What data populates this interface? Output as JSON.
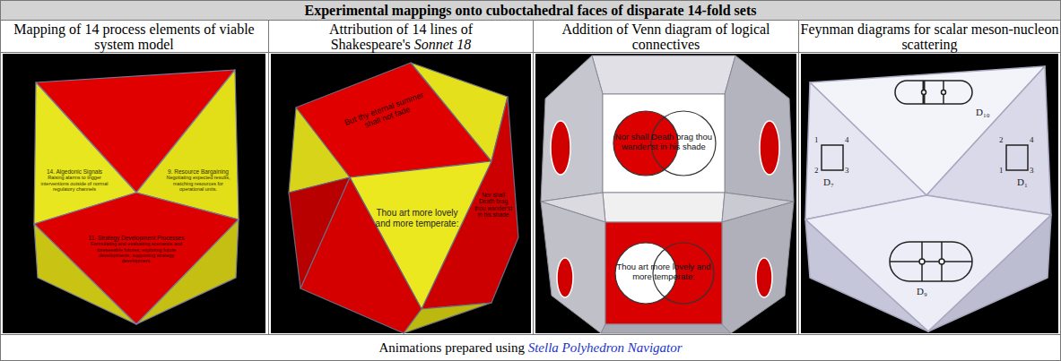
{
  "diagram": {
    "title": "Experimental mappings onto cuboctahedral faces of disparate 14-fold sets",
    "caption": "Animations prepared using",
    "nodes": [
      {
        "text": [
          "14. Algedonic Signals",
          "Raising alarms to trigger interventions outside of normal regulatory channels"
        ]
      },
      {
        "text": [
          "9. Resource Bargaining",
          "Negotiating expected results, matching resources for operational units."
        ]
      },
      {
        "text": [
          "11. Strategy Development Processes",
          "Formulating and evaluating scenarios and foreseeable futures; exploring future developments, supporting strategy development."
        ]
      },
      {
        "text": [
          "But thy eternal summer shall not fade"
        ]
      },
      {
        "text": [
          "Thou art more lovely and more temperate:"
        ]
      },
      {
        "text": [
          "Nor shall Death brag thou wander'st in his shade"
        ]
      },
      {
        "text": [
          "Nor shall Death brag thou wander'st in his shade"
        ]
      },
      {
        "text": [
          "Thou art more lovely and more temperate:"
        ]
      },
      {
        "text": [
          "D₁₀"
        ]
      },
      {
        "text": [
          "1",
          "4",
          "2",
          "3",
          "D₇"
        ]
      },
      {
        "text": [
          "2",
          "4",
          "1",
          "3",
          "D₁"
        ]
      },
      {
        "text": [
          "D₉"
        ]
      }
    ],
    "labels": [
      "Mapping of 14 process elements of viable system model",
      "Attribution of 14 lines of Shakespeare's",
      "Sonnet 18",
      "Addition of Venn diagram of logical connectives",
      "Feynman diagrams for scalar meson-nucleon scattering",
      "Stella Polyhedron Navigator"
    ]
  }
}
